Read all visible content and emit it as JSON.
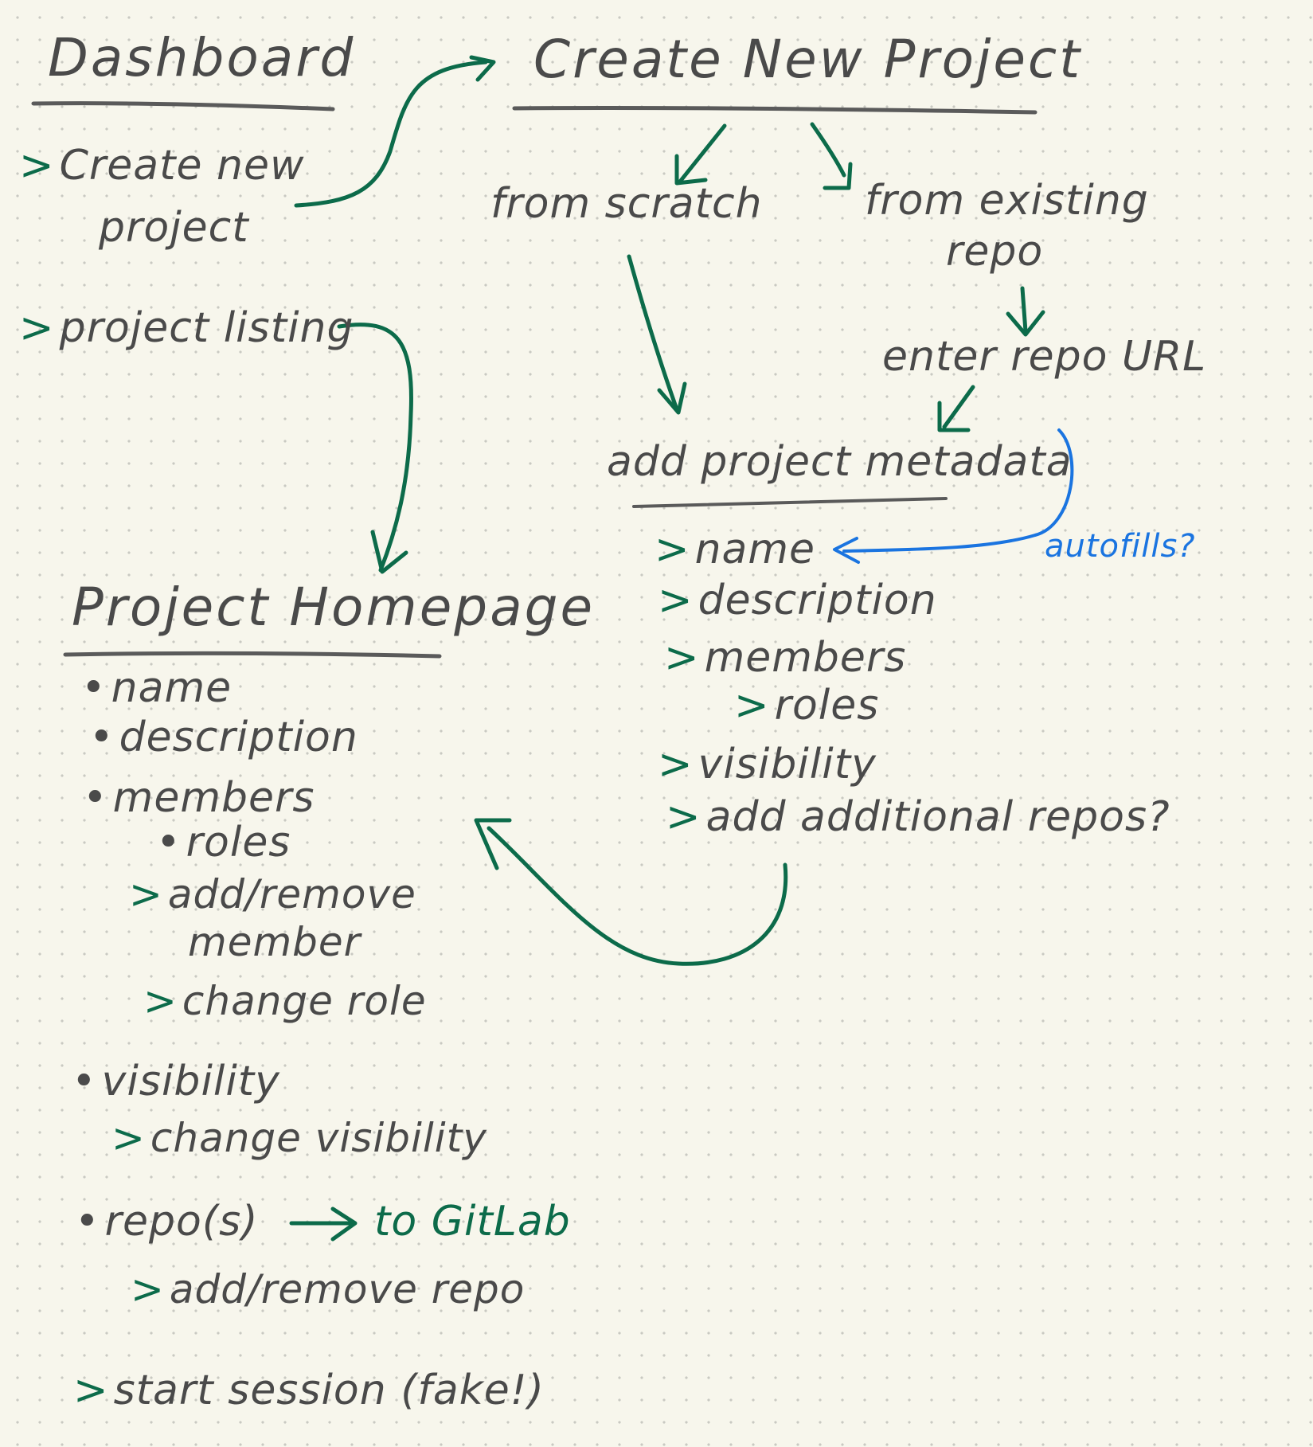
{
  "dashboard": {
    "title": "Dashboard",
    "items": [
      {
        "marker": ">",
        "line1": "Create new",
        "line2": "project"
      },
      {
        "marker": ">",
        "line1": "project listing"
      }
    ]
  },
  "create_project": {
    "title": "Create New Project",
    "option_scratch": "from scratch",
    "option_existing_line1": "from existing",
    "option_existing_line2": "repo",
    "enter_repo_url": "enter repo URL",
    "metadata": {
      "title": "add project metadata",
      "items": [
        {
          "marker": ">",
          "label": "name"
        },
        {
          "marker": ">",
          "label": "description"
        },
        {
          "marker": ">",
          "label": "members"
        },
        {
          "marker": ">",
          "label": "roles"
        },
        {
          "marker": ">",
          "label": "visibility"
        },
        {
          "marker": ">",
          "label": "add additional repos?"
        }
      ],
      "autofill_note": "autofills?"
    }
  },
  "project_homepage": {
    "title": "Project Homepage",
    "bullet": "•",
    "items": [
      {
        "label": "name"
      },
      {
        "label": "description"
      },
      {
        "label": "members"
      },
      {
        "label": "roles"
      }
    ],
    "member_actions": [
      {
        "marker": ">",
        "line1": "add/remove",
        "line2": "member"
      },
      {
        "marker": ">",
        "line1": "change role"
      }
    ],
    "visibility": {
      "label": "visibility",
      "action_marker": ">",
      "action": "change visibility"
    },
    "repos": {
      "label": "repo(s)",
      "link_text": "to GitLab",
      "action_marker": ">",
      "action": "add/remove repo"
    },
    "session": {
      "marker": ">",
      "label": "start session (fake!)"
    }
  },
  "colors": {
    "ink": "#4a4a4a",
    "green": "#0c6b4a",
    "blue": "#1a74e0",
    "paper": "#f7f6ec",
    "dot": "#c9c9c2"
  }
}
